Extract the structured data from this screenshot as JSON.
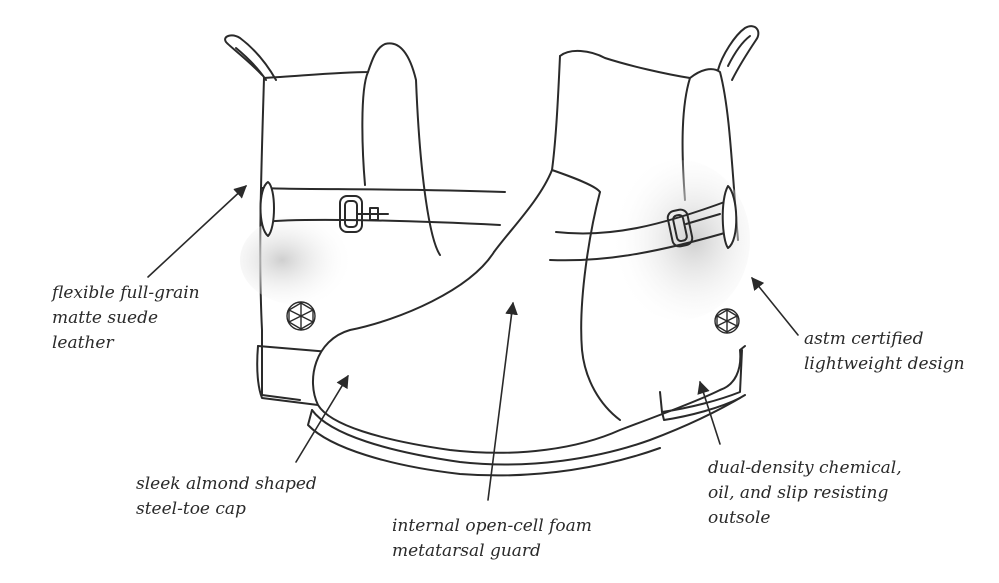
{
  "callouts": {
    "leather": {
      "lines": [
        "flexible full-grain",
        "matte suede",
        "leather"
      ]
    },
    "astm": {
      "lines": [
        "astm certified",
        "lightweight design"
      ]
    },
    "toe": {
      "lines": [
        "sleek almond shaped",
        "steel-toe cap"
      ]
    },
    "foam": {
      "lines": [
        "internal open-cell foam",
        "metatarsal guard"
      ]
    },
    "outsole": {
      "lines": [
        "dual-density chemical,",
        "oil, and slip resisting",
        "outsole"
      ]
    }
  },
  "colors": {
    "ink": "#2a2a2a",
    "shade": "#d6d6d6",
    "paper": "#ffffff"
  }
}
